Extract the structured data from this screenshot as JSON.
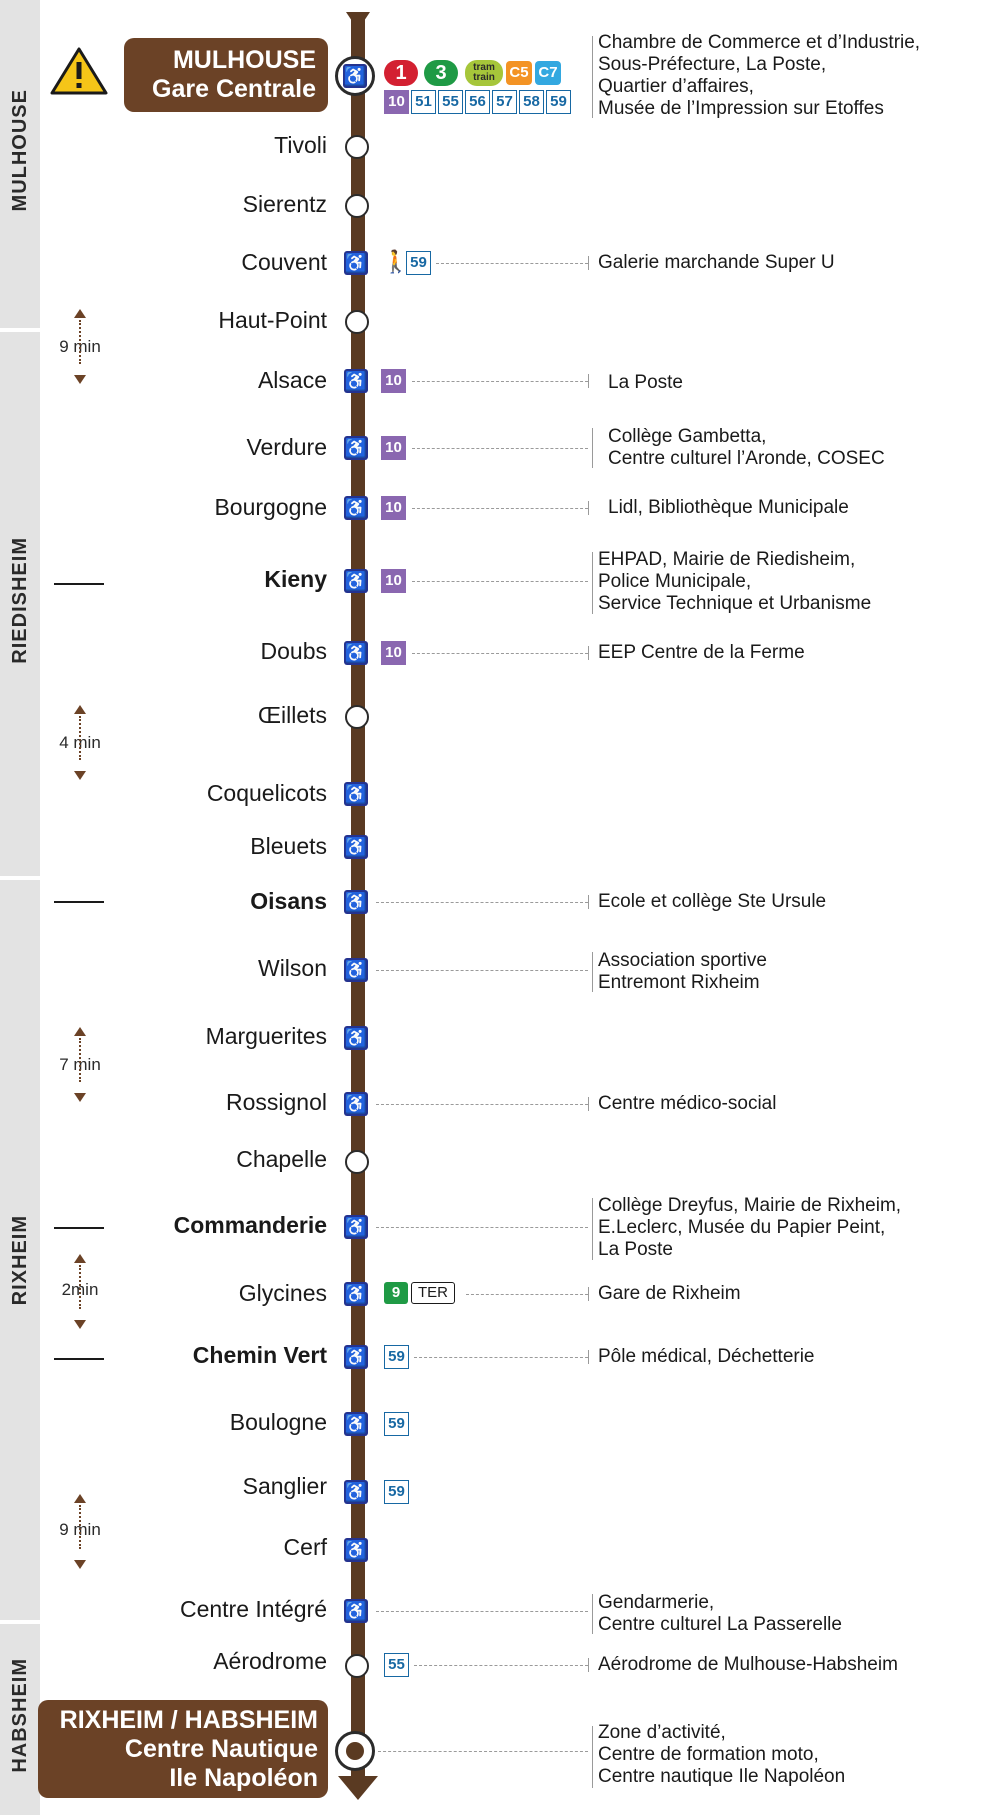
{
  "zones": [
    {
      "id": "mulhouse",
      "label": "MULHOUSE"
    },
    {
      "id": "riedisheim",
      "label": "RIEDISHEIM"
    },
    {
      "id": "rixheim",
      "label": "RIXHEIM"
    },
    {
      "id": "habsheim",
      "label": "HABSHEIM"
    }
  ],
  "terminus_start": {
    "line1": "MULHOUSE",
    "line2": "Gare Centrale"
  },
  "terminus_end": {
    "line1": "RIXHEIM / HABSHEIM",
    "line2": "Centre Nautique",
    "line3": "Ile Napoléon"
  },
  "stops": [
    {
      "name": "Tivoli"
    },
    {
      "name": "Sierentz"
    },
    {
      "name": "Couvent"
    },
    {
      "name": "Haut-Point"
    },
    {
      "name": "Alsace"
    },
    {
      "name": "Verdure"
    },
    {
      "name": "Bourgogne"
    },
    {
      "name": "Kieny"
    },
    {
      "name": "Doubs"
    },
    {
      "name": "Œillets"
    },
    {
      "name": "Coquelicots"
    },
    {
      "name": "Bleuets"
    },
    {
      "name": "Oisans"
    },
    {
      "name": "Wilson"
    },
    {
      "name": "Marguerites"
    },
    {
      "name": "Rossignol"
    },
    {
      "name": "Chapelle"
    },
    {
      "name": "Commanderie"
    },
    {
      "name": "Glycines"
    },
    {
      "name": "Chemin Vert"
    },
    {
      "name": "Boulogne"
    },
    {
      "name": "Sanglier"
    },
    {
      "name": "Cerf"
    },
    {
      "name": "Centre Intégré"
    },
    {
      "name": "Aérodrome"
    }
  ],
  "connections": {
    "gare_trams": [
      "1",
      "3"
    ],
    "gare_tramtrain": [
      "tram",
      "train"
    ],
    "gare_chrono": [
      "C5",
      "C7"
    ],
    "gare_buses": [
      "10",
      "51",
      "55",
      "56",
      "57",
      "58",
      "59"
    ],
    "couvent": [
      "59"
    ],
    "alsace": [
      "10"
    ],
    "verdure": [
      "10"
    ],
    "bourgogne": [
      "10"
    ],
    "kieny": [
      "10"
    ],
    "doubs": [
      "10"
    ],
    "glycines_tram": "9",
    "glycines_train": "TER",
    "chemin_vert": [
      "59"
    ],
    "boulogne": [
      "59"
    ],
    "sanglier": [
      "59"
    ],
    "aerodrome": [
      "55"
    ]
  },
  "poi": {
    "gare": [
      "Chambre de Commerce et d’Industrie,",
      "Sous-Préfecture, La Poste,",
      "Quartier d’affaires,",
      "Musée de l’Impression sur Etoffes"
    ],
    "couvent": [
      "Galerie marchande Super U"
    ],
    "alsace": [
      "La Poste"
    ],
    "verdure": [
      "Collège Gambetta,",
      "Centre culturel l’Aronde, COSEC"
    ],
    "bourgogne": [
      "Lidl, Bibliothèque Municipale"
    ],
    "kieny": [
      "EHPAD, Mairie de Riedisheim,",
      "Police Municipale,",
      "Service Technique et Urbanisme"
    ],
    "doubs": [
      "EEP Centre de la Ferme"
    ],
    "oisans": [
      "Ecole et collège Ste Ursule"
    ],
    "wilson": [
      "Association sportive",
      "Entremont Rixheim"
    ],
    "rossignol": [
      "Centre médico-social"
    ],
    "commanderie": [
      "Collège Dreyfus, Mairie de Rixheim,",
      "E.Leclerc, Musée du Papier Peint,",
      "La Poste"
    ],
    "glycines": [
      "Gare de Rixheim"
    ],
    "chemin_vert": [
      "Pôle médical, Déchetterie"
    ],
    "centre_integre": [
      "Gendarmerie,",
      "Centre culturel La Passerelle"
    ],
    "aerodrome": [
      "Aérodrome de Mulhouse-Habsheim"
    ],
    "terminus": [
      "Zone d’activité,",
      "Centre de formation moto,",
      "Centre nautique Ile Napoléon"
    ]
  },
  "durations": [
    "9 min",
    "4 min",
    "7 min",
    "2min",
    "9 min"
  ],
  "colors": {
    "line": "#5a3a22",
    "terminus": "#6b4226",
    "wheelchair": "#24338f",
    "tram1": "#d32031",
    "tram3": "#1f9a45",
    "bus10": "#8a67b0",
    "chrono5": "#f39324",
    "chrono7": "#33a8e0"
  },
  "icons": {
    "warning": "warning-icon",
    "accessible": "wheelchair-icon",
    "walk": "pedestrian-icon"
  }
}
